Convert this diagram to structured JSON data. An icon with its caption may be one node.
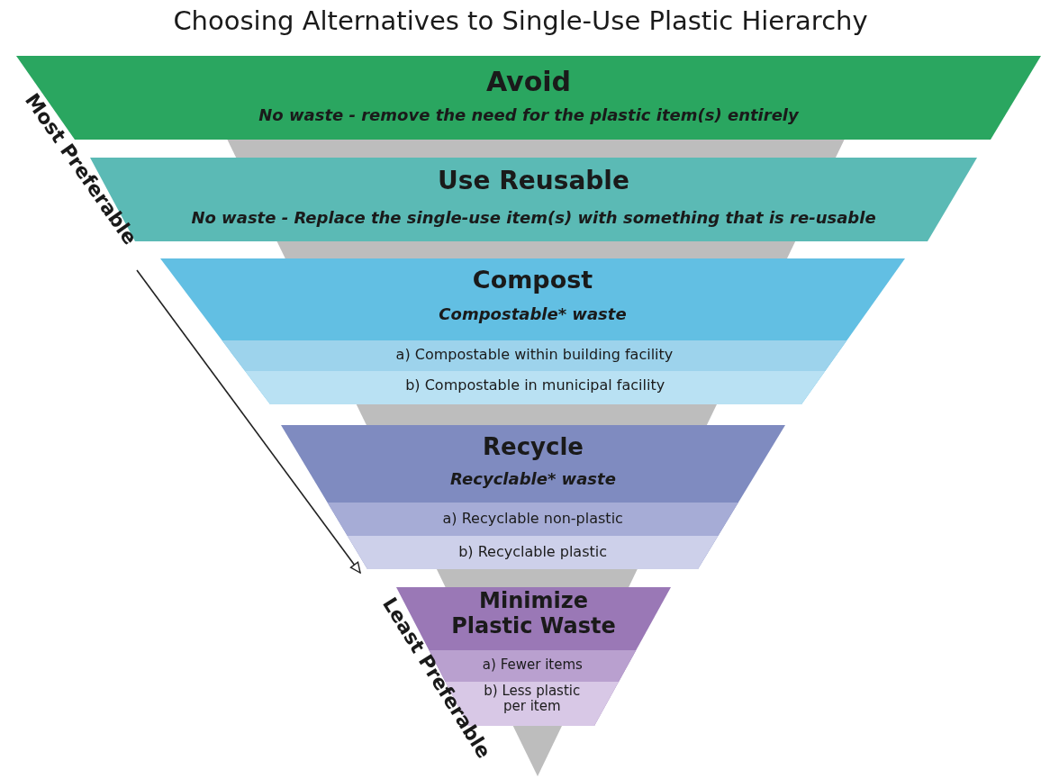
{
  "diagram": {
    "title": "Choosing Alternatives to Single-Use Plastic Hierarchy",
    "nodes": [
      {
        "text": [
          "Avoid",
          "No waste - remove the need for the plastic item(s) entirely"
        ]
      },
      {
        "text": [
          "Use Reusable",
          "No waste - Replace the single-use item(s) with something that is re-usable"
        ]
      },
      {
        "text": [
          "Compost",
          "Compostable* waste"
        ]
      },
      {
        "text": [
          "a) Compostable within building facility"
        ],
        "in": 2
      },
      {
        "text": [
          "b) Compostable in municipal facility"
        ],
        "in": 2
      },
      {
        "text": [
          "Recycle",
          "Recyclable* waste"
        ]
      },
      {
        "text": [
          "a) Recyclable non-plastic"
        ],
        "in": 5
      },
      {
        "text": [
          "b) Recyclable plastic"
        ],
        "in": 5
      },
      {
        "text": [
          "Minimize Plastic Waste"
        ]
      },
      {
        "text": [
          "a) Fewer items"
        ],
        "in": 8
      },
      {
        "text": [
          "b) Less plastic per item"
        ],
        "in": 8
      }
    ],
    "labels": [
      "Most Preferable",
      "Least Preferable"
    ]
  }
}
